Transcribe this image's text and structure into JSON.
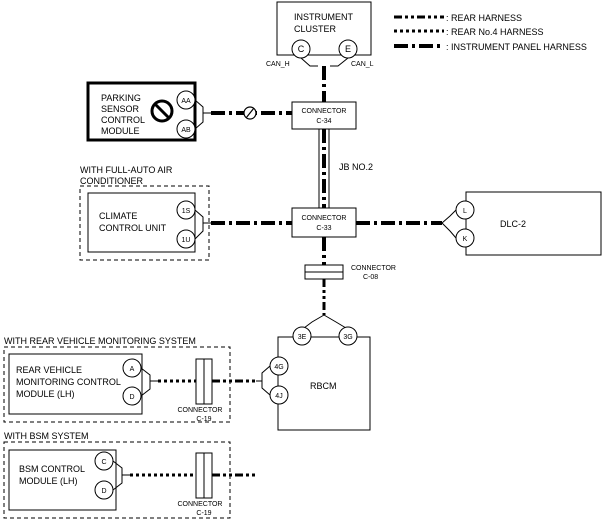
{
  "legend": {
    "rear_harness": ": REAR HARNESS",
    "rear_no4_harness": ": REAR No.4 HARNESS",
    "instrument_panel_harness": ": INSTRUMENT PANEL HARNESS"
  },
  "instrument_cluster": {
    "line1": "INSTRUMENT",
    "line2": "CLUSTER",
    "pin_c": "C",
    "pin_e": "E",
    "can_h": "CAN_H",
    "can_l": "CAN_L"
  },
  "parking_sensor": {
    "line1": "PARKING",
    "line2": "SENSOR",
    "line3": "CONTROL",
    "line4": "MODULE",
    "pin_aa": "AA",
    "pin_ab": "AB"
  },
  "connector_c34": {
    "line1": "CONNECTOR",
    "line2": "C-34"
  },
  "jb_label": "JB NO.2",
  "full_auto_group": {
    "line1": "WITH FULL-AUTO AIR",
    "line2": "CONDITIONER"
  },
  "climate_unit": {
    "line1": "CLIMATE",
    "line2": "CONTROL UNIT",
    "pin_1s": "1S",
    "pin_1u": "1U"
  },
  "connector_c33": {
    "line1": "CONNECTOR",
    "line2": "C-33"
  },
  "dlc2": {
    "label": "DLC-2",
    "pin_l": "L",
    "pin_k": "K"
  },
  "connector_c08": {
    "line1": "CONNECTOR",
    "line2": "C-08"
  },
  "rbcm": {
    "label": "RBCM",
    "pin_3e": "3E",
    "pin_3g": "3G",
    "pin_4g": "4G",
    "pin_4j": "4J"
  },
  "rear_monitor_group": {
    "title": "WITH REAR VEHICLE MONITORING SYSTEM"
  },
  "rear_monitor_module": {
    "line1": "REAR VEHICLE",
    "line2": "MONITORING CONTROL",
    "line3": "MODULE (LH)",
    "pin_a": "A",
    "pin_d": "D"
  },
  "connector_c19_a": {
    "line1": "CONNECTOR",
    "line2": "C-19"
  },
  "bsm_group": {
    "title": "WITH BSM SYSTEM"
  },
  "bsm_module": {
    "line1": "BSM CONTROL",
    "line2": "MODULE (LH)",
    "pin_c": "C",
    "pin_d": "D"
  },
  "connector_c19_b": {
    "line1": "CONNECTOR",
    "line2": "C-19"
  }
}
